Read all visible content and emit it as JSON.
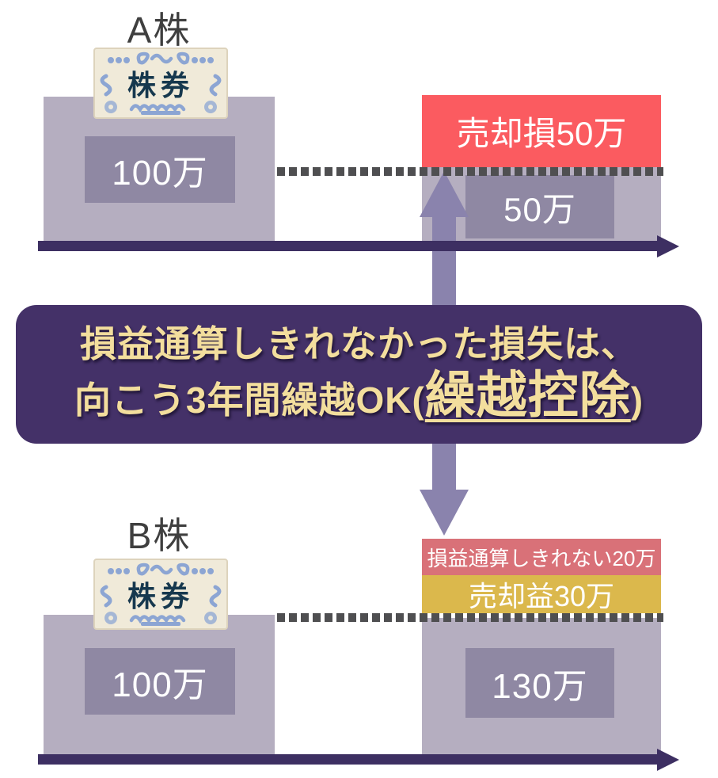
{
  "diagram": {
    "stock_a": {
      "label": "A株",
      "certificate_text": "株券",
      "purchase_amount": "100万",
      "loss_label": "売却損50万",
      "sale_amount": "50万"
    },
    "banner": {
      "line1": "損益通算しきれなかった損失は、",
      "line2_prefix": "向こう3年間繰越OK(",
      "line2_highlight": "繰越控除",
      "line2_suffix": ")"
    },
    "stock_b": {
      "label": "B株",
      "certificate_text": "株券",
      "purchase_amount": "100万",
      "carryover_label": "損益通算しきれない20万",
      "gain_label": "売却益30万",
      "sale_amount": "130万"
    },
    "colors": {
      "box_light": "#B5AEC0",
      "box_inner": "#8F88A3",
      "loss_red": "#FB5B60",
      "carryover_red": "#D97178",
      "gain_yellow": "#DBB84C",
      "timeline_purple": "#3D2F62",
      "arrow_purple": "#8A83AD",
      "banner_purple": "#443168",
      "banner_text_yellow": "#F3DE9D",
      "dotted_gray": "#4F4F51",
      "label_gray": "#3F3F3F",
      "certificate_paper": "#F0EAD9",
      "certificate_blue": "#8CA5D3",
      "certificate_navy": "#16384E"
    }
  }
}
